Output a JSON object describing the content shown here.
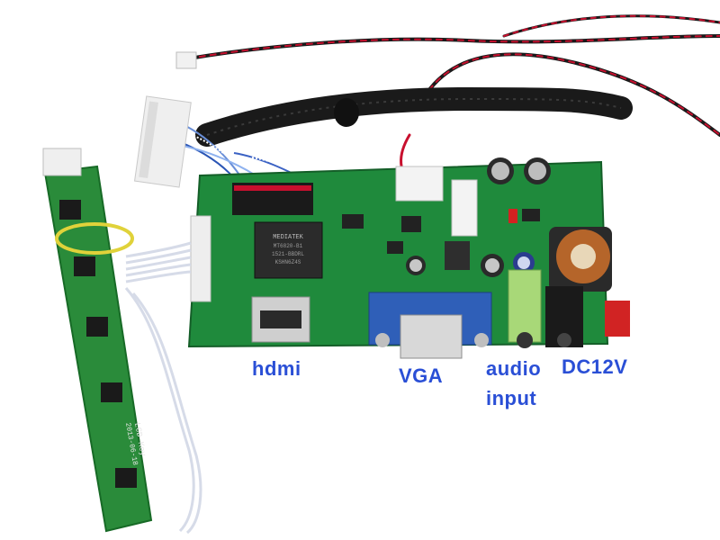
{
  "labels": {
    "hdmi": "hdmi",
    "vga": "VGA",
    "audio_line1": "audio",
    "audio_line2": "input",
    "dc": "DC12V"
  },
  "chip_text": {
    "line1": "MEDIATEK",
    "line2": "MT6820-B1",
    "line3": "1521-BBDRL",
    "line4": "KSHN6Z4S"
  },
  "keypad_text": {
    "line1": "LCD Key",
    "line2": "2013-06-18"
  },
  "colors": {
    "label": "#2a4fd6",
    "pcb_green": "#1f8a3c",
    "vga_blue": "#2f5fb8",
    "cable_black": "#1a1a1a",
    "wire_red": "#c8102e"
  }
}
